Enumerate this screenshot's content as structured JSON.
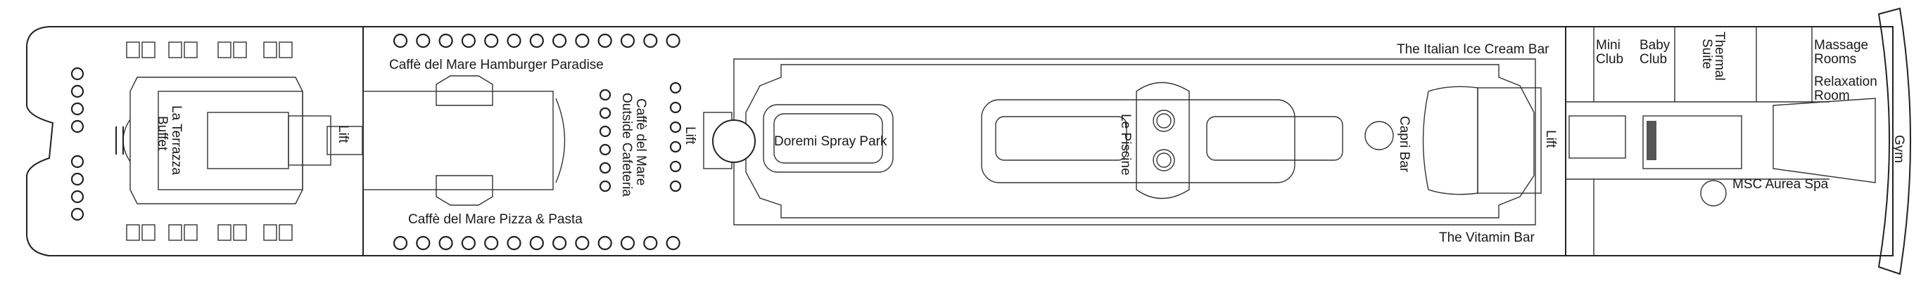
{
  "deck_plan": {
    "labels": {
      "la_terrazza": "La Terrazza",
      "buffet": "Buffet",
      "lift_fwd": "Lift",
      "hamburger": "Caffè del Mare Hamburger Paradise",
      "pizza": "Caffè del Mare Pizza & Pasta",
      "outside_1": "Caffè del Mare",
      "outside_2": "Outside Cafeteria",
      "lift_mid": "Lift",
      "doremi": "Doremi Spray Park",
      "piscine": "Le Piscine",
      "capri": "Capri Bar",
      "ice_cream": "The Italian Ice Cream Bar",
      "vitamin": "The Vitamin Bar",
      "lift_aft": "Lift",
      "mini_1": "Mini",
      "mini_2": "Club",
      "baby_1": "Baby",
      "baby_2": "Club",
      "thermal_1": "Thermal",
      "thermal_2": "Suite",
      "massage_1": "Massage",
      "massage_2": "Rooms",
      "relax_1": "Relaxation",
      "relax_2": "Room",
      "gym": "Gym",
      "spa": "MSC Aurea Spa"
    }
  }
}
